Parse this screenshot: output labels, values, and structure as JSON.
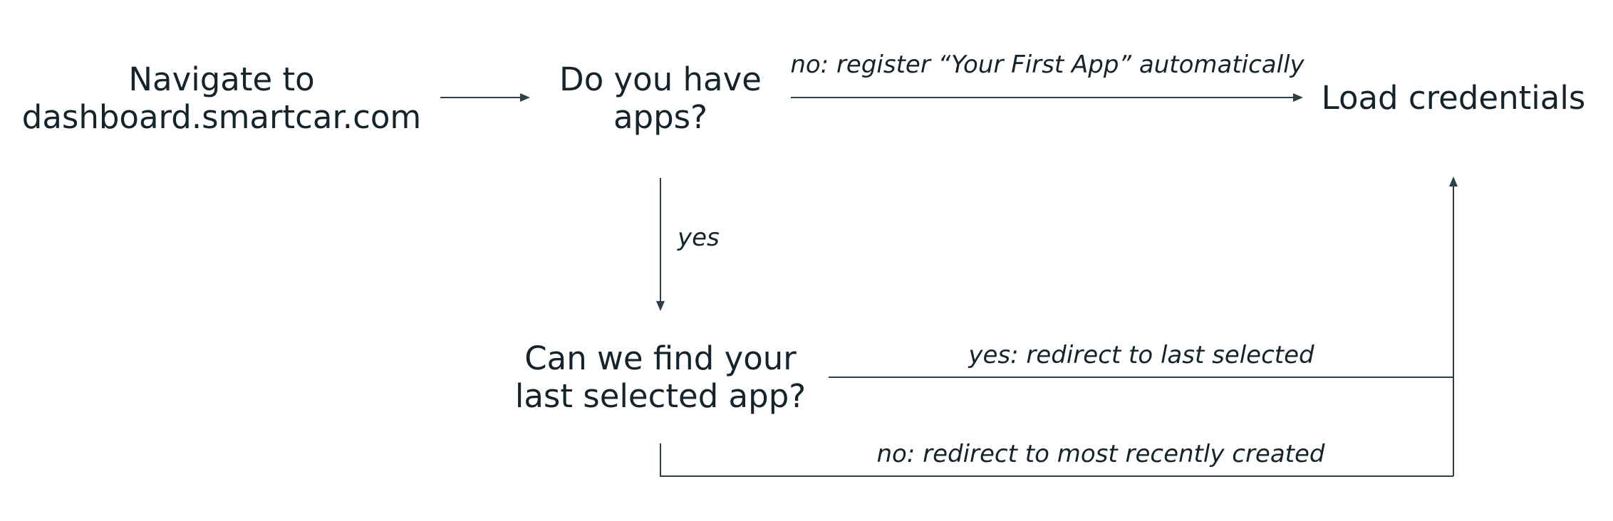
{
  "nodes": {
    "navigate": {
      "line1": "Navigate to",
      "line2": "dashboard.smartcar.com"
    },
    "have_apps": {
      "line1": "Do you have",
      "line2": "apps?"
    },
    "load_credentials": {
      "text": "Load credentials"
    },
    "find_last": {
      "line1": "Can we find your",
      "line2": "last selected app?"
    }
  },
  "edges": {
    "no_register": "no: register “Your First App” automatically",
    "yes": "yes",
    "yes_redirect": "yes: redirect to last selected",
    "no_redirect": "no: redirect to most recently created"
  },
  "colors": {
    "text": "#15232b",
    "connector": "#2e3f47",
    "background": "#ffffff"
  }
}
